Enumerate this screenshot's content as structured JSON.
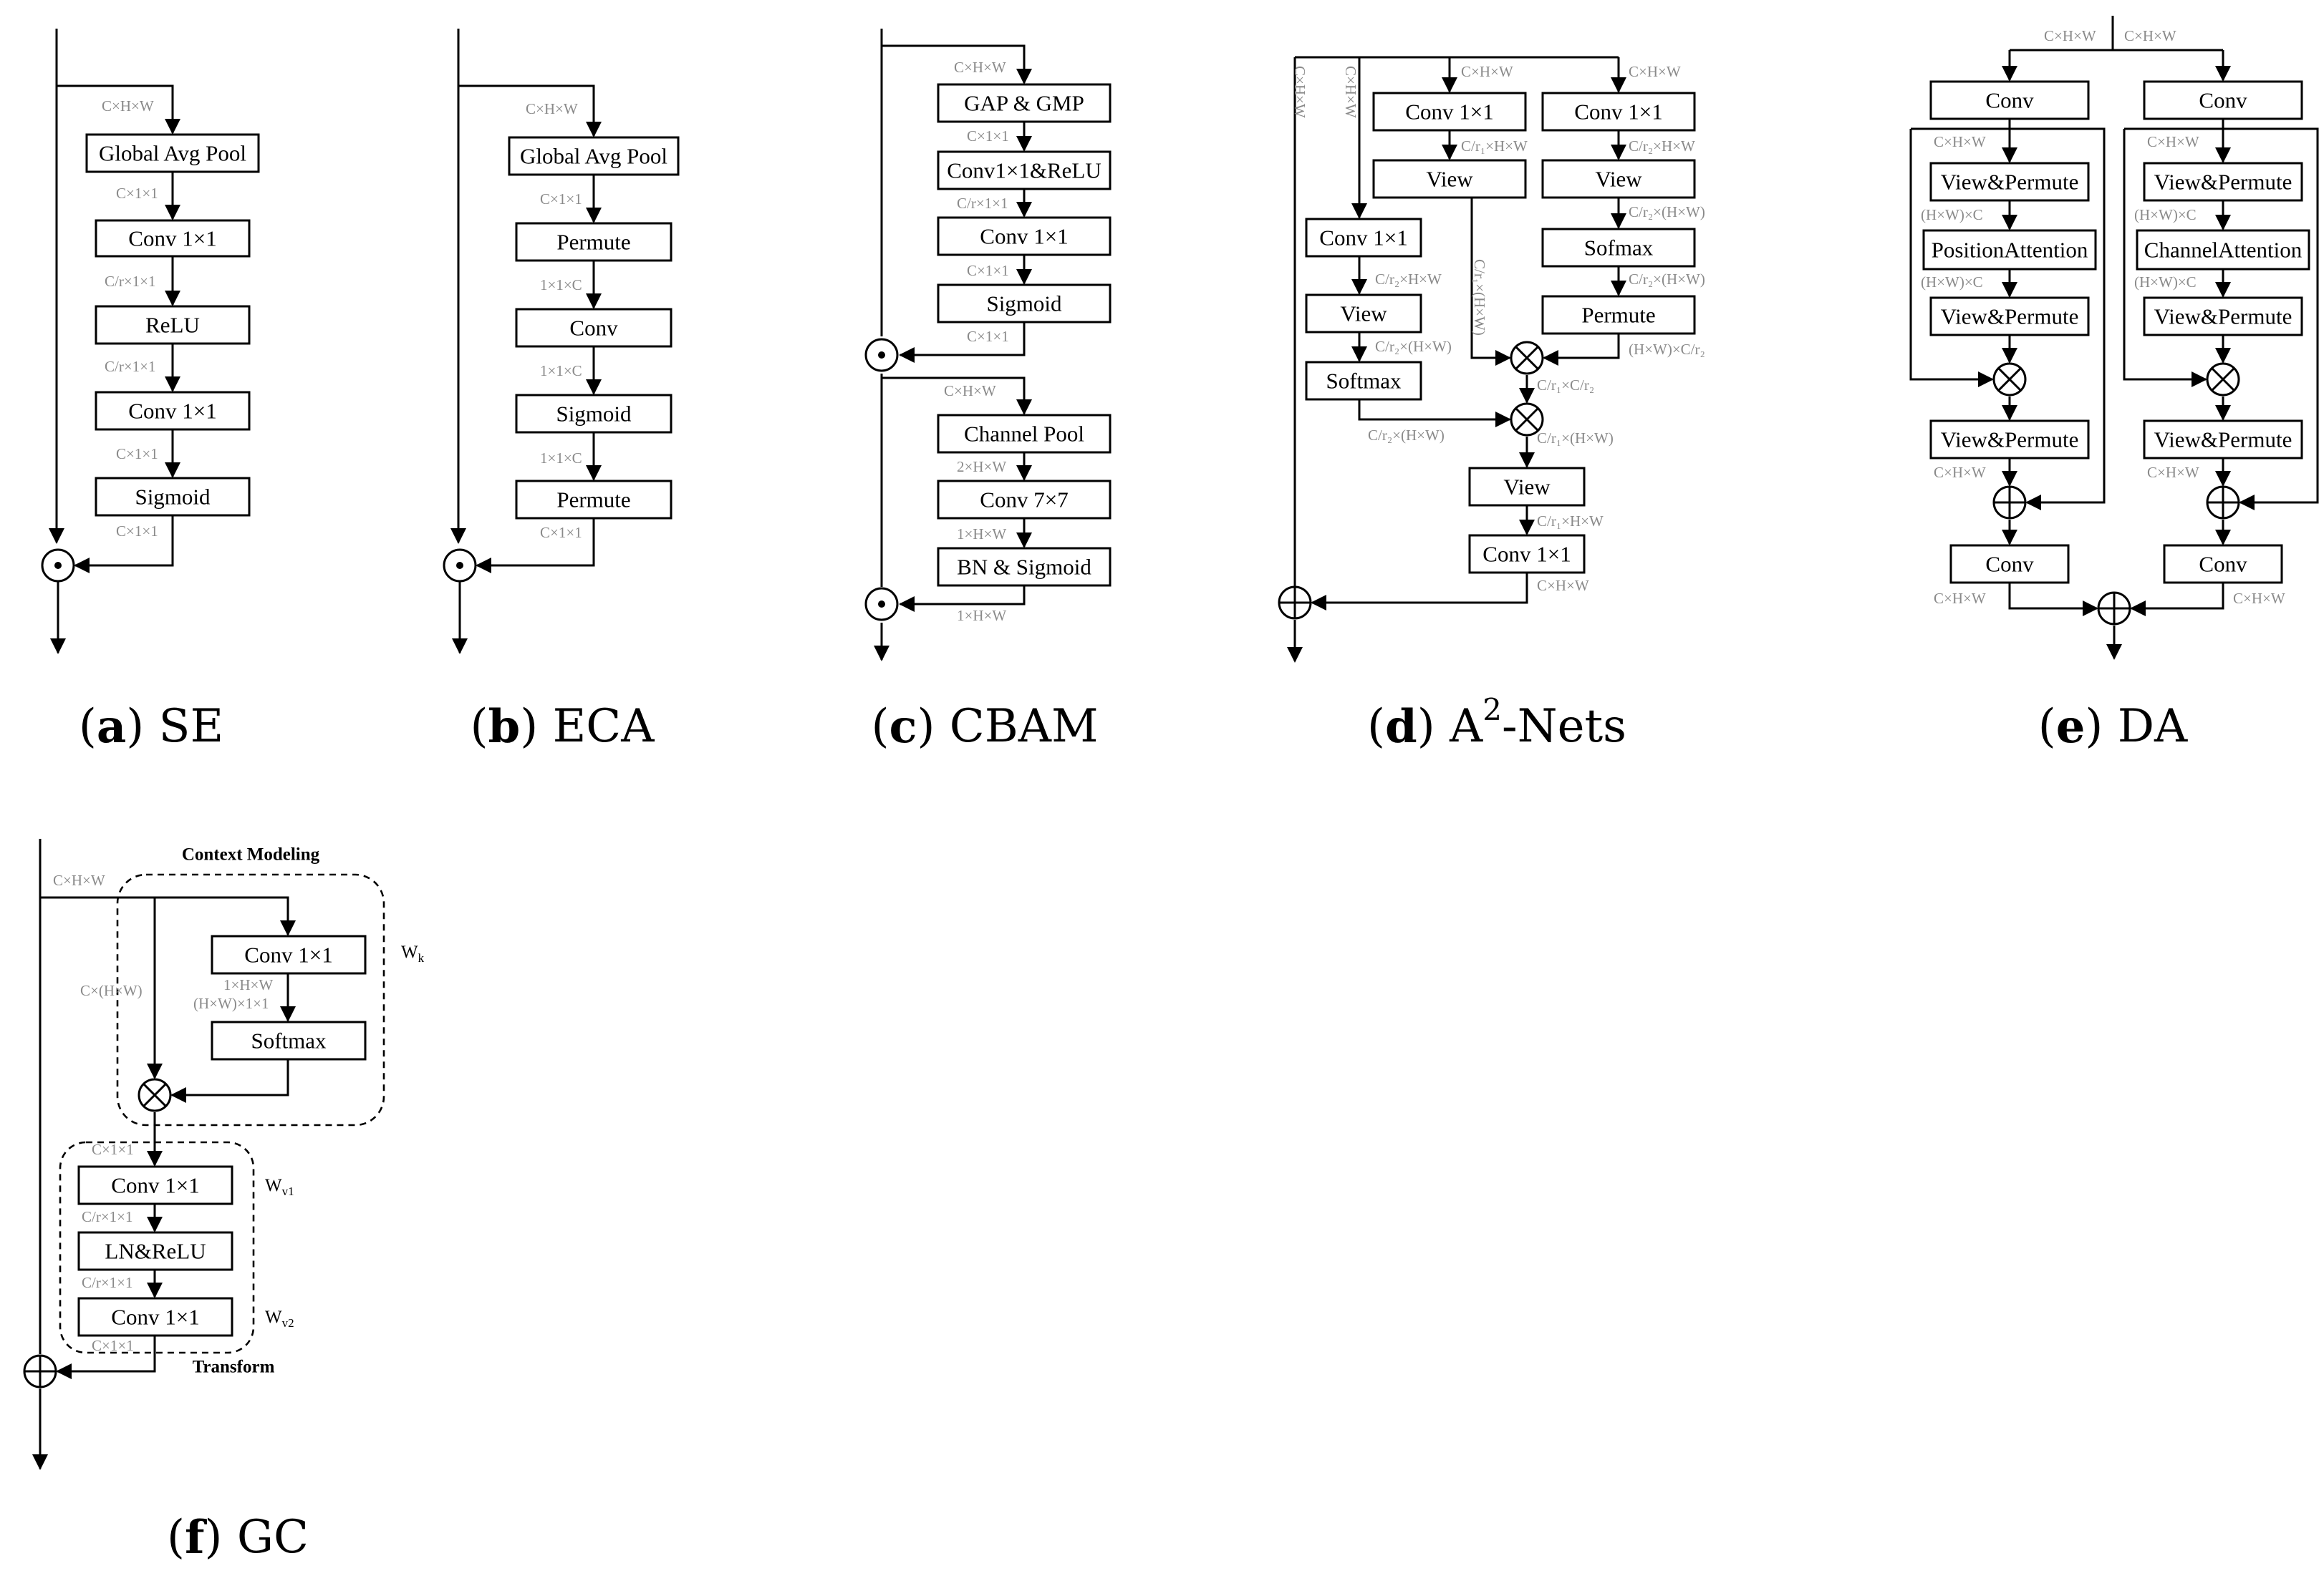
{
  "panels": {
    "se": {
      "caption_letter": "a",
      "caption_name": "SE",
      "blocks": [
        "Global Avg Pool",
        "Conv 1×1",
        "ReLU",
        "Conv 1×1",
        "Sigmoid"
      ],
      "dims": [
        "C×H×W",
        "C×1×1",
        "C/r×1×1",
        "C/r×1×1",
        "C×1×1",
        "C×1×1"
      ]
    },
    "eca": {
      "caption_letter": "b",
      "caption_name": "ECA",
      "blocks": [
        "Global Avg Pool",
        "Permute",
        "Conv",
        "Sigmoid",
        "Permute"
      ],
      "dims": [
        "C×H×W",
        "C×1×1",
        "1×1×C",
        "1×1×C",
        "1×1×C",
        "C×1×1"
      ]
    },
    "cbam": {
      "caption_letter": "c",
      "caption_name": "CBAM",
      "blocks": [
        "GAP & GMP",
        "Conv1×1&ReLU",
        "Conv 1×1",
        "Sigmoid",
        "Channel Pool",
        "Conv 7×7",
        "BN & Sigmoid"
      ],
      "dims": [
        "C×H×W",
        "C×1×1",
        "C/r×1×1",
        "C×1×1",
        "C×1×1",
        "C×H×W",
        "2×H×W",
        "1×H×W",
        "1×H×W"
      ]
    },
    "a2nets": {
      "caption_letter": "d",
      "caption_name": "A",
      "caption_sup": "2",
      "caption_suffix": "-Nets",
      "blocks": [
        "Conv 1×1",
        "Conv 1×1",
        "View",
        "View",
        "Conv 1×1",
        "Sofmax",
        "View",
        "Permute",
        "Softmax",
        "View",
        "Conv 1×1"
      ],
      "dims": [
        "C×H×W",
        "C×H×W",
        "C×H×W",
        "C×H×W",
        "C/r₁×H×W",
        "C/r₂×H×W",
        "C/r₂×(H×W)",
        "C/r₂×H×W",
        "C/r₂×(H×W)",
        "C/r₁×(H×W)",
        "C/r₂×(H×W)",
        "C/r₂×(H×W)",
        "(H×W)×C/r₂",
        "C/r₁×C/r₂",
        "C/r₁×(H×W)",
        "C/r₁×H×W",
        "C×H×W"
      ]
    },
    "da": {
      "caption_letter": "e",
      "caption_name": "DA",
      "blocks": [
        "Conv",
        "Conv",
        "View&Permute",
        "View&Permute",
        "PositionAttention",
        "ChannelAttention",
        "View&Permute",
        "View&Permute",
        "View&Permute",
        "View&Permute",
        "Conv",
        "Conv"
      ],
      "dims": [
        "C×H×W",
        "C×H×W",
        "C×H×W",
        "C×H×W",
        "(H×W)×C",
        "(H×W)×C",
        "(H×W)×C",
        "(H×W)×C",
        "C×H×W",
        "C×H×W",
        "C×H×W",
        "C×H×W"
      ]
    },
    "gc": {
      "caption_letter": "f",
      "caption_name": "GC",
      "blocks": [
        "Conv 1×1",
        "Softmax",
        "Conv 1×1",
        "LN&ReLU",
        "Conv 1×1"
      ],
      "dims": [
        "C×H×W",
        "C×(H×W)",
        "1×H×W",
        "(H×W)×1×1",
        "C×1×1",
        "C/r×1×1",
        "C/r×1×1",
        "C×1×1"
      ],
      "section_context": "Context Modeling",
      "section_transform": "Transform",
      "weights": [
        "W",
        "k",
        "W",
        "v1",
        "W",
        "v2"
      ]
    }
  }
}
